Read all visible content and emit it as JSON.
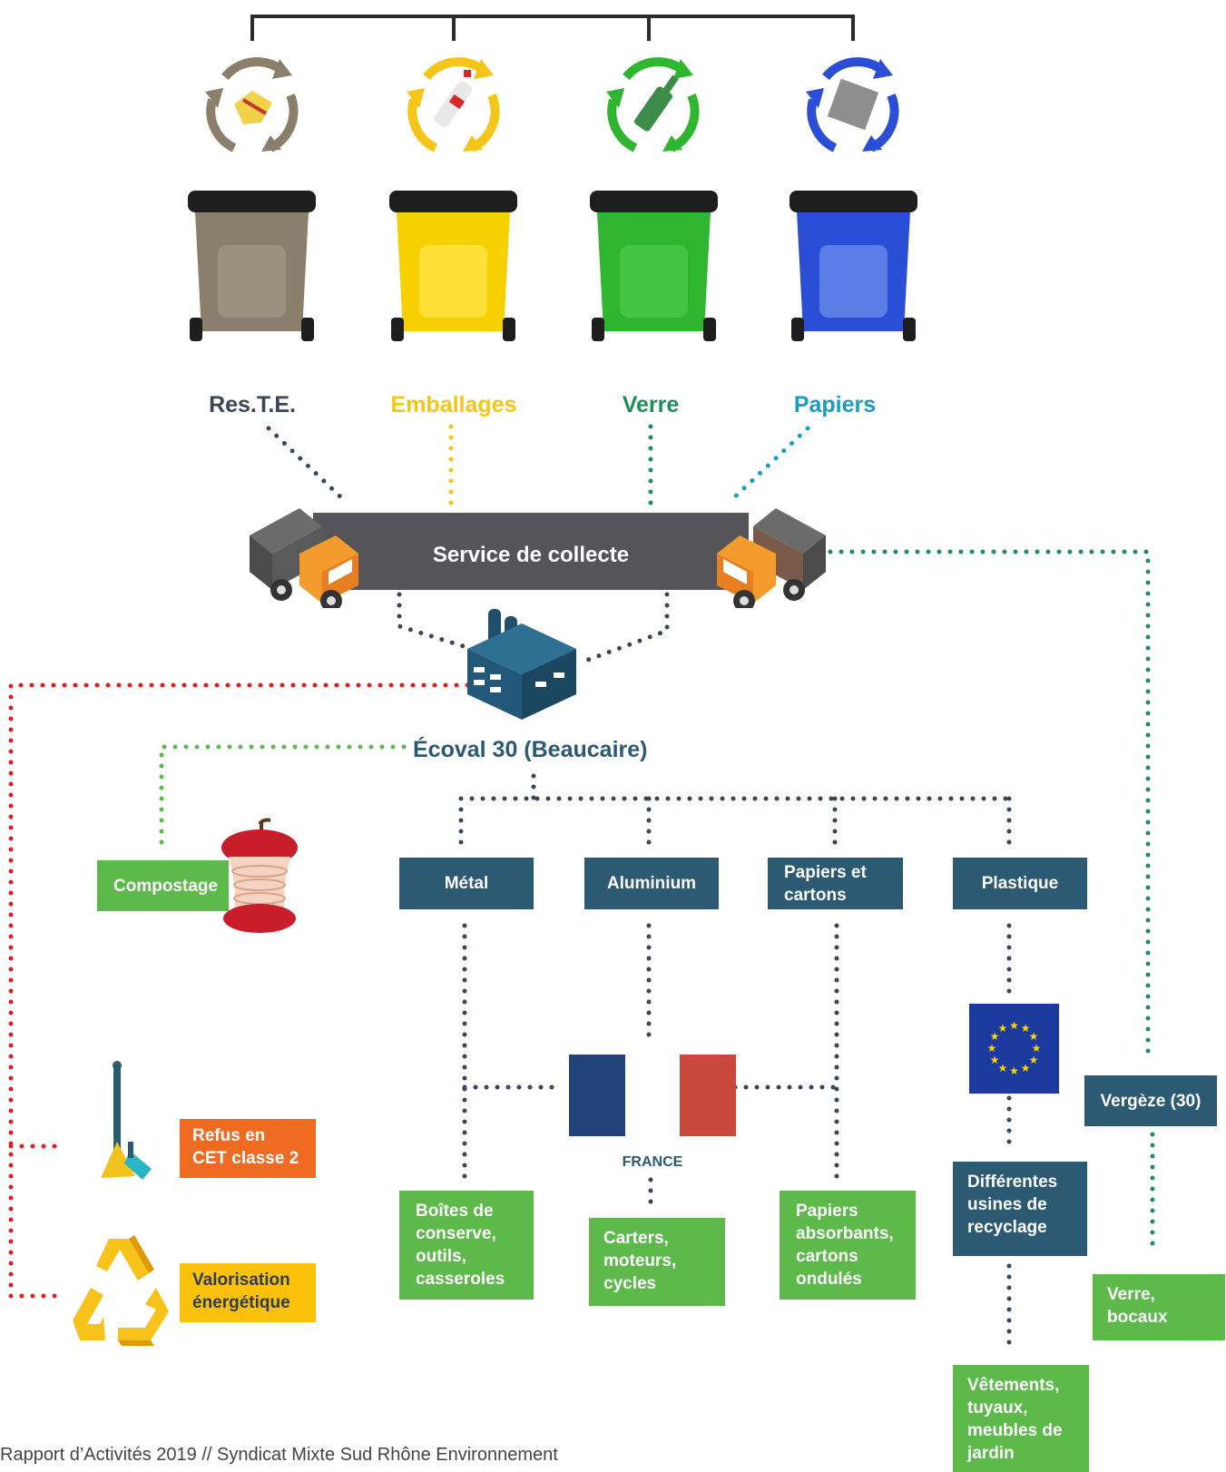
{
  "colors": {
    "reste": "#3b4556",
    "emballages": "#f5c518",
    "verre": "#1f8f5a",
    "papiers": "#1a9bc4",
    "navy": "#2c5a72",
    "green": "#5cb94a",
    "orange": "#ef6b21",
    "yellow": "#fbc10a",
    "red_dots": "#e02020"
  },
  "bins": [
    {
      "label": "Res.T.E.",
      "color": "#8a7f6b",
      "icon": "crumpled-waste-icon"
    },
    {
      "label": "Emballages",
      "color": "#f7d000",
      "icon": "plastic-bottle-icon"
    },
    {
      "label": "Verre",
      "color": "#2fb52f",
      "icon": "glass-bottle-icon"
    },
    {
      "label": "Papiers",
      "color": "#2a4fd6",
      "icon": "cardboard-box-icon"
    }
  ],
  "collecte": {
    "label": "Service de collecte"
  },
  "center": {
    "label": "Écoval 30 (Beaucaire)"
  },
  "materials": [
    "Métal",
    "Aluminium",
    "Papiers et cartons",
    "Plastique"
  ],
  "compostage": {
    "label": "Compostage"
  },
  "france": {
    "label": "FRANCE"
  },
  "outputs": {
    "metal": "Boîtes de conserve, outils, casseroles",
    "aluminium": "Carters, moteurs, cycles",
    "papiers": "Papiers absorbants, cartons ondulés",
    "usines": "Différentes usines de recyclage",
    "plastique": "Vêtements, tuyaux, meubles de jardin"
  },
  "vergeze": {
    "label": "Vergèze (30)",
    "output": "Verre, bocaux"
  },
  "refus": {
    "label": "Refus en CET classe 2"
  },
  "valorisation": {
    "label": "Valorisation énergétique"
  },
  "footer": {
    "text": "Rapport d’Activités 2019 // Syndicat Mixte Sud Rhône Environnement"
  }
}
